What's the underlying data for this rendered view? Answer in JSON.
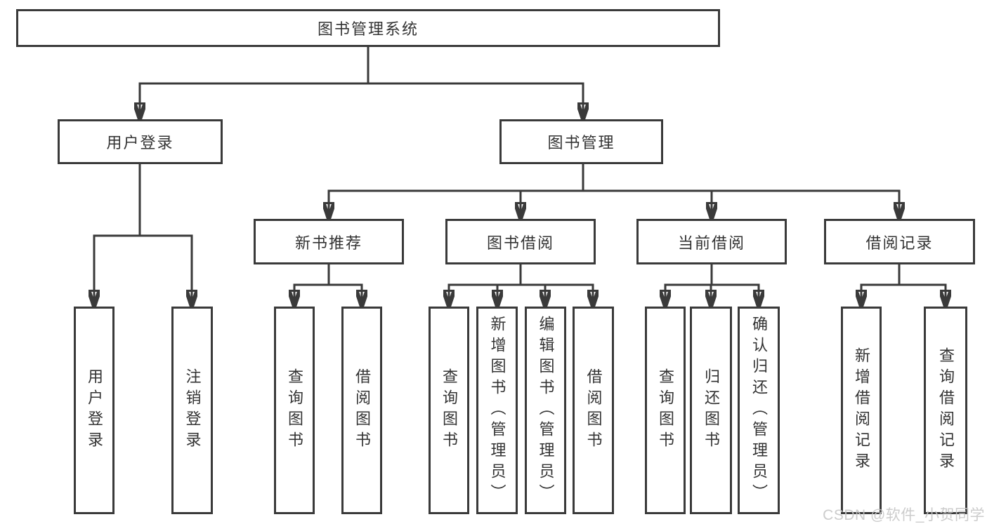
{
  "colors": {
    "line": "#3a3a3a",
    "text": "#333333",
    "background": "#ffffff",
    "watermark": "#c6c6c6"
  },
  "watermark": {
    "text": "CSDN @软件_小贺同学"
  },
  "tree": {
    "root": {
      "label": "图书管理系统"
    },
    "branches": [
      {
        "label": "用户登录",
        "children": [
          {
            "label": "用户登录"
          },
          {
            "label": "注销登录"
          }
        ]
      },
      {
        "label": "图书管理",
        "children": [
          {
            "label": "新书推荐",
            "children": [
              {
                "label": "查询图书"
              },
              {
                "label": "借阅图书"
              }
            ]
          },
          {
            "label": "图书借阅",
            "children": [
              {
                "label": "查询图书"
              },
              {
                "label": "新增图书（管理员）"
              },
              {
                "label": "编辑图书（管理员）"
              },
              {
                "label": "借阅图书"
              }
            ]
          },
          {
            "label": "当前借阅",
            "children": [
              {
                "label": "查询图书"
              },
              {
                "label": "归还图书"
              },
              {
                "label": "确认归还（管理员）"
              }
            ]
          },
          {
            "label": "借阅记录",
            "children": [
              {
                "label": "新增借阅记录"
              },
              {
                "label": "查询借阅记录"
              }
            ]
          }
        ]
      }
    ]
  }
}
